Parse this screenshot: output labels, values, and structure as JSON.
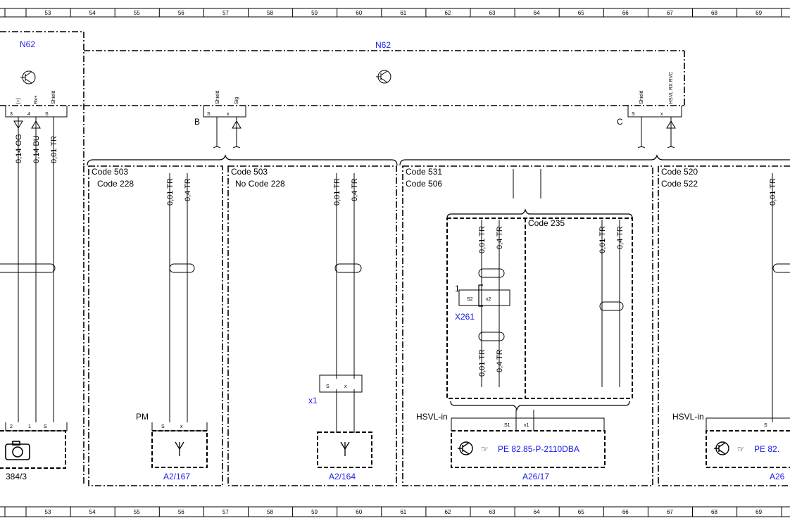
{
  "ruler": {
    "numbers": [
      "53",
      "54",
      "55",
      "56",
      "57",
      "58",
      "59",
      "60",
      "61",
      "62",
      "63",
      "64",
      "65",
      "66",
      "67",
      "68",
      "69"
    ]
  },
  "modules": {
    "left_n62": "N62",
    "main_n62": "N62"
  },
  "connectors": {
    "b": "B",
    "c": "C",
    "x1": "x1",
    "x261": "X261",
    "x261_pin": "1",
    "pm": "PM",
    "hsvl_in_1": "HSVL-in",
    "hsvl_in_2": "HSVL-in"
  },
  "pins": {
    "left": [
      "3",
      "4",
      "S"
    ],
    "left_names": [
      "(+)",
      "Rx+",
      "Shield"
    ],
    "b": [
      "S",
      "x"
    ],
    "b_names": [
      "Shield",
      "Sig"
    ],
    "c": [
      "S",
      "x"
    ],
    "c_names": [
      "Shield",
      "HSVL RX RVC"
    ],
    "cam": [
      "2",
      "1",
      "S"
    ],
    "a2_167": [
      "S",
      "x"
    ],
    "x1": [
      "S",
      "x"
    ],
    "x261": [
      "S2",
      "x2"
    ],
    "a26_17": [
      "S1",
      "x1"
    ],
    "right": [
      "S"
    ]
  },
  "codes": {
    "g1": [
      "Code 503",
      "Code 228"
    ],
    "g2": [
      "Code 503",
      "No  Code 228"
    ],
    "g3": [
      "Code 531",
      "Code 506"
    ],
    "g3_inner": "Code 235",
    "g4": [
      "Code 520",
      "Code 522"
    ]
  },
  "wires": {
    "og": "0,14 OG",
    "bu": "0,14 BU",
    "tr001": "0,01 TR",
    "tr04": "0,4 TR"
  },
  "components": {
    "a2_167": "A2/167",
    "a2_164": "A2/164",
    "a26_17": "A26/17",
    "a26_cut": "A26",
    "cam": "384/3",
    "ref_main": "PE 82.85-P-2110DBA",
    "ref_cut": "PE 82."
  },
  "icons": [
    "transistor-icon",
    "camera-icon",
    "antenna-icon",
    "hand-pointer-icon",
    "shield-ferrite-icon"
  ]
}
